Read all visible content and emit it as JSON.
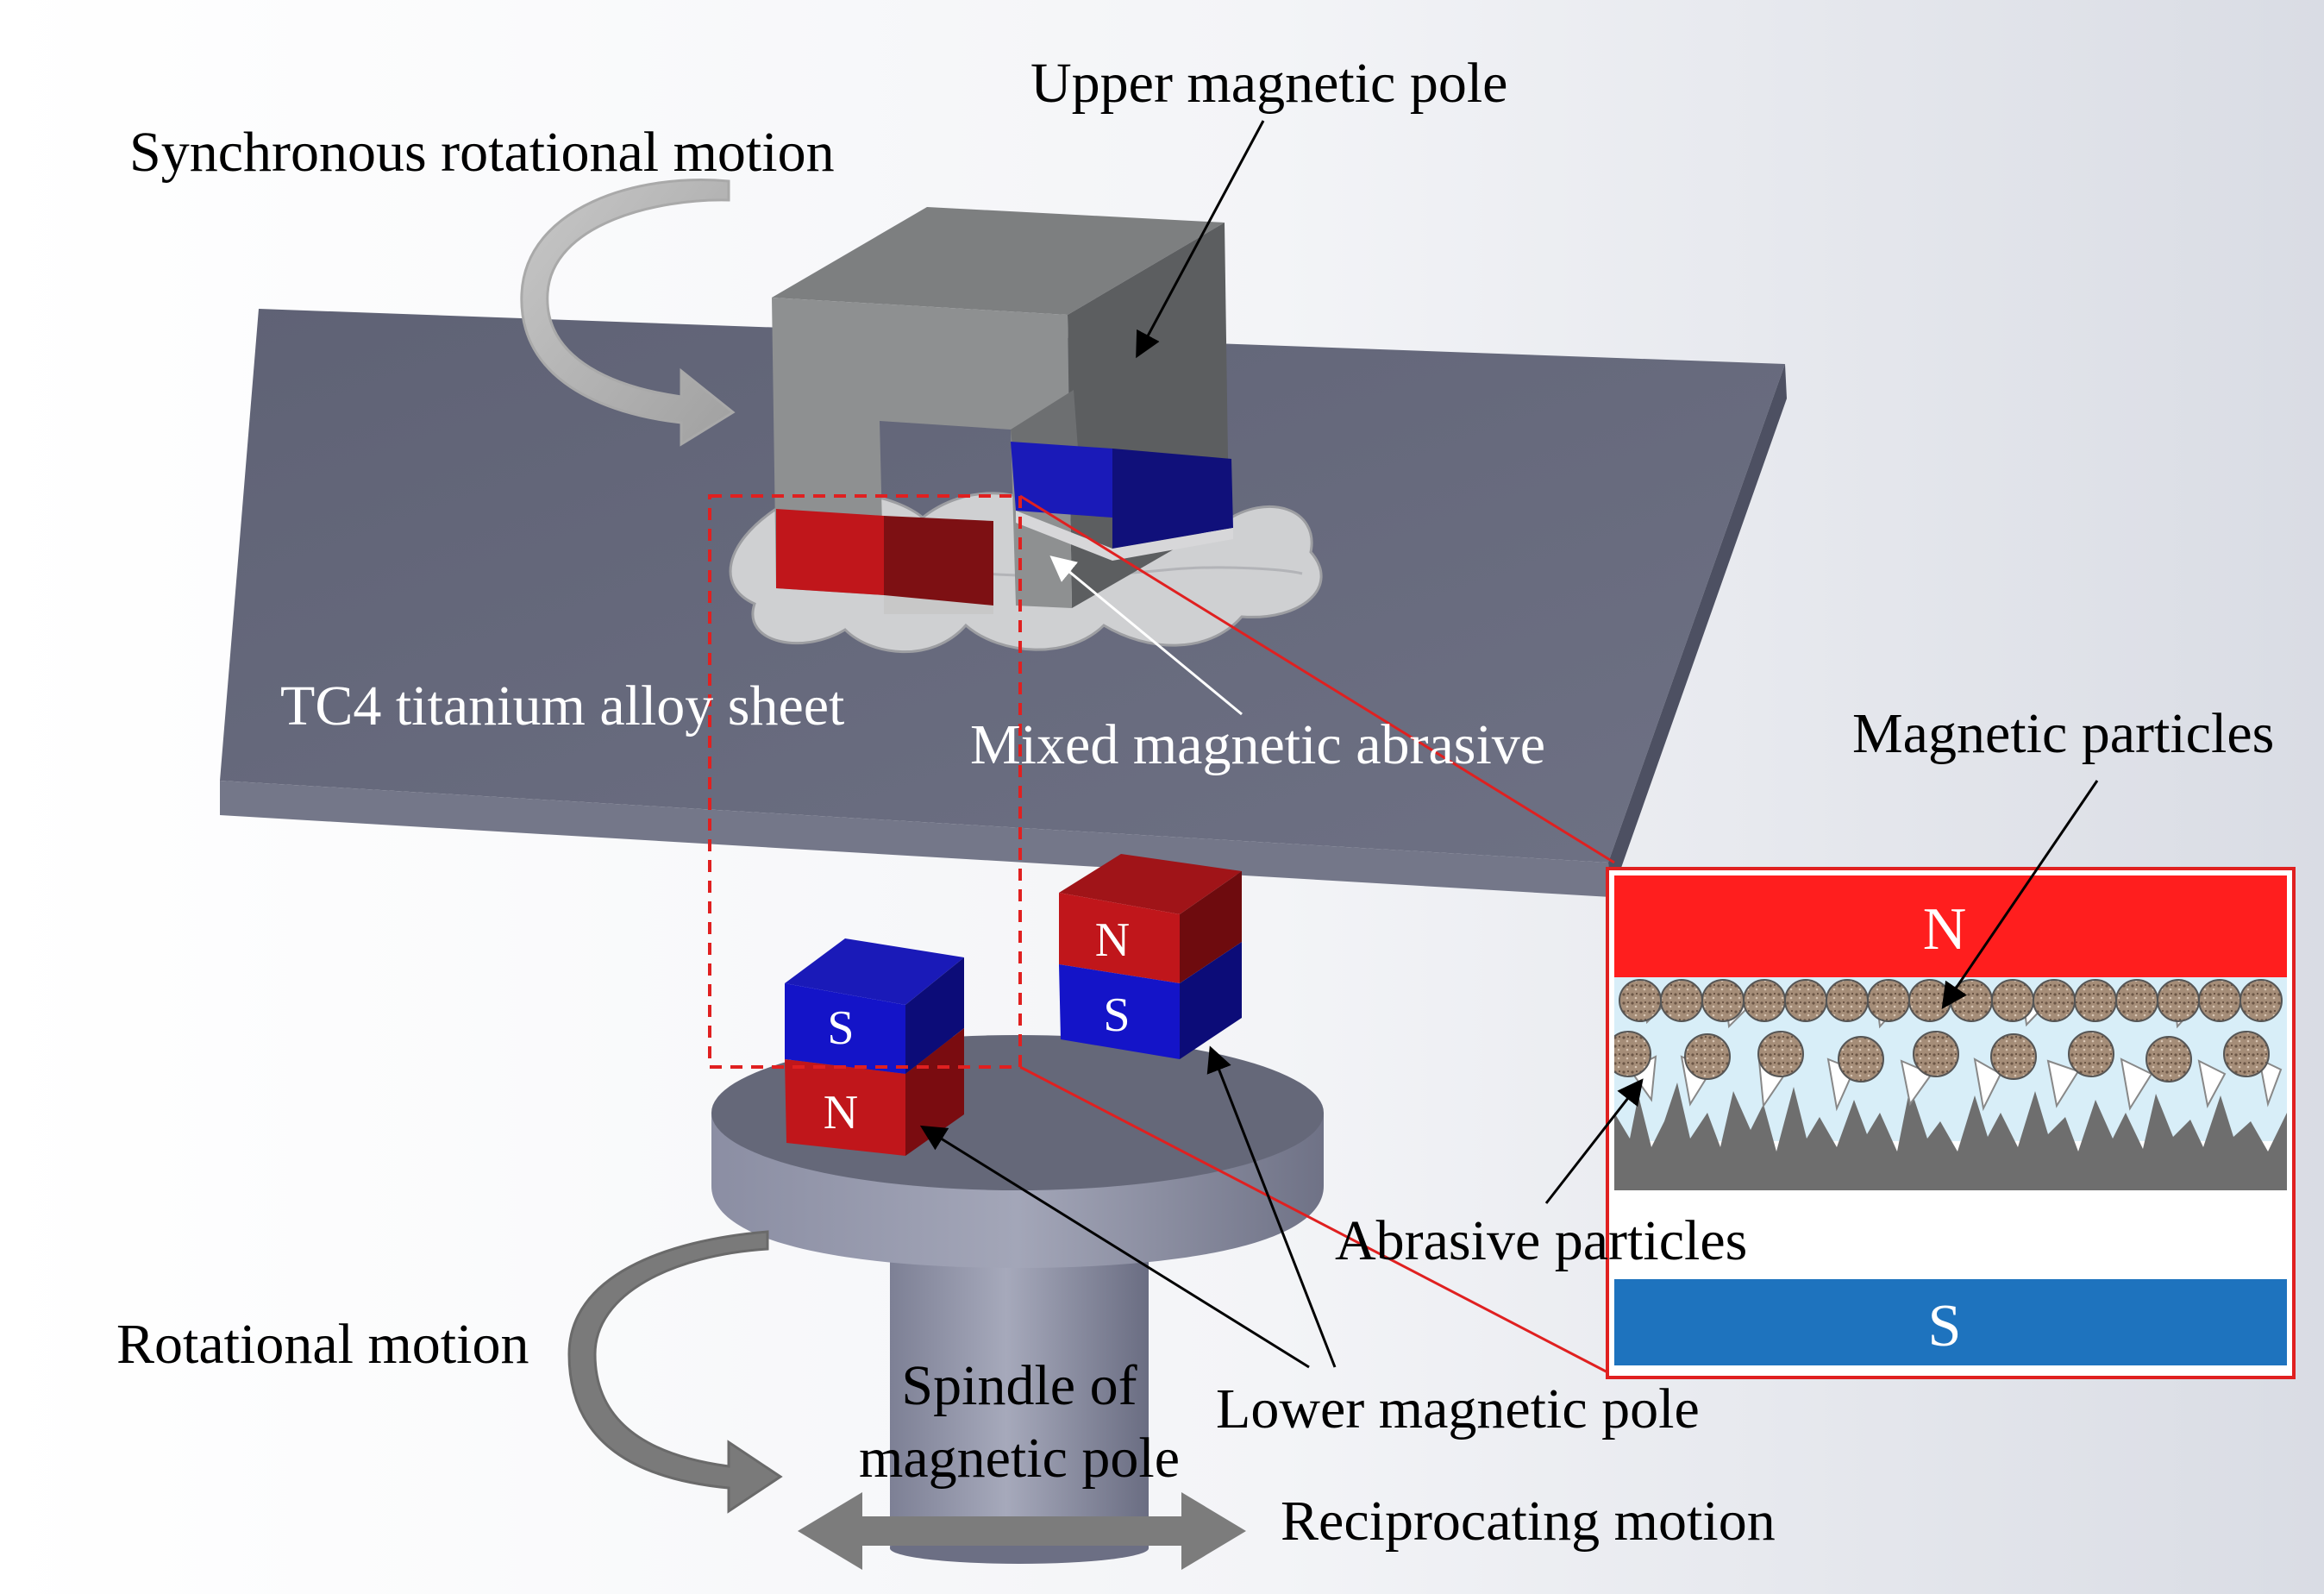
{
  "labels": {
    "upper_pole": "Upper magnetic pole",
    "sync_motion": "Synchronous rotational motion",
    "sheet": "TC4  titanium alloy sheet",
    "mixed_abrasive": "Mixed magnetic abrasive",
    "magnetic_particles": "Magnetic particles",
    "abrasive_particles": "Abrasive particles",
    "rotational_motion": "Rotational motion",
    "spindle_line1": "Spindle of",
    "spindle_line2": "magnetic pole",
    "lower_pole": "Lower magnetic pole",
    "reciprocating": "Reciprocating  motion"
  },
  "poles": {
    "n": "N",
    "s": "S"
  },
  "inset": {
    "top_pole": "N",
    "bottom_pole": "S"
  },
  "colors": {
    "north_red": "#c0161b",
    "south_blue": "#1a1ab8",
    "inset_red": "#ff1e1e",
    "inset_blue": "#1e73be",
    "sheet": "#6a6d80",
    "yoke_gray": "#8a8c8c",
    "callout_red": "#e02020"
  }
}
